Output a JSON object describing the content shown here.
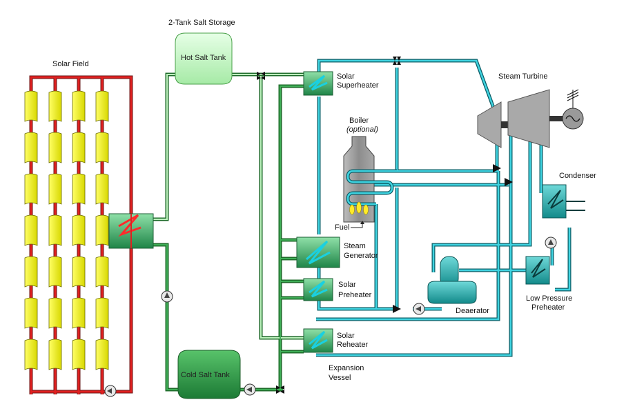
{
  "labels": {
    "solar_field": "Solar Field",
    "storage": "2-Tank Salt Storage",
    "hot_tank": "Hot Salt Tank",
    "cold_tank": "Cold Salt Tank",
    "superheater_1": "Solar",
    "superheater_2": "Superheater",
    "boiler_1": "Boiler",
    "boiler_2": "(optional)",
    "fuel": "Fuel",
    "steam_gen_1": "Steam",
    "steam_gen_2": "Generator",
    "preheater_1": "Solar",
    "preheater_2": "Preheater",
    "reheater_1": "Solar",
    "reheater_2": "Reheater",
    "expansion_1": "Expansion",
    "expansion_2": "Vessel",
    "deaerator": "Deaerator",
    "turbine": "Steam Turbine",
    "condenser": "Condenser",
    "lp_preheater_1": "Low Pressure",
    "lp_preheater_2": "Preheater"
  },
  "colors": {
    "htf_red": "#d81e1e",
    "salt_green": "#3f8f3f",
    "salt_light": "#c9f5c9",
    "water_cyan": "#29b5c4",
    "collector_yellow": "#f2f200",
    "hx_green": "#2e9e5a",
    "turbine_grey": "#a9a9a9",
    "boiler_grey": "#9a9a9a"
  }
}
